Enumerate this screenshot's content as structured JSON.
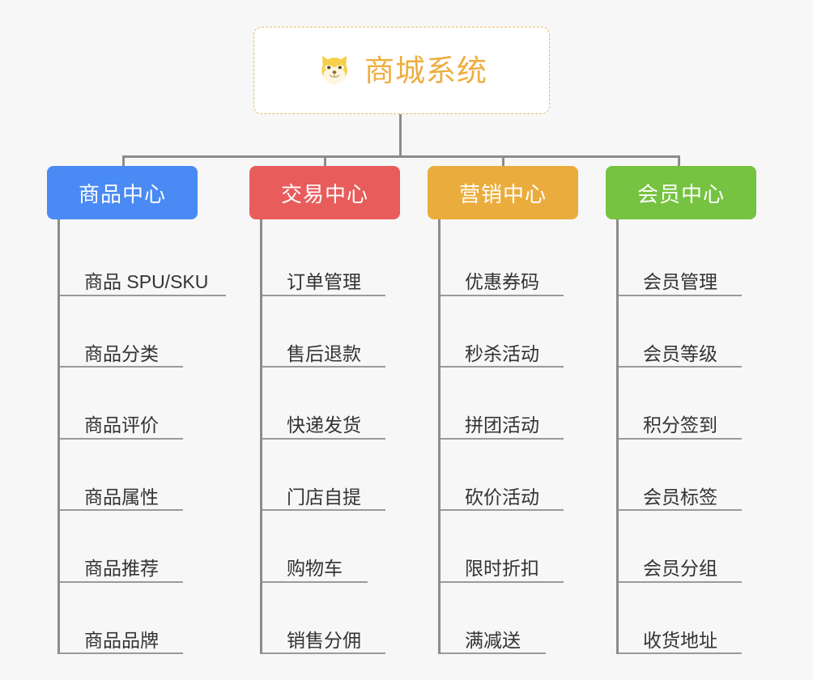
{
  "background_color": "#f7f7f7",
  "connector_color": "#8c8c8c",
  "root": {
    "title": "商城系统",
    "icon": "shiba-dog-face-emoji",
    "text_color": "#eeae40",
    "border_color": "#e8b96a",
    "background": "#ffffff"
  },
  "branches": [
    {
      "title": "商品中心",
      "color": "#4a8af4",
      "items": [
        "商品 SPU/SKU",
        "商品分类",
        "商品评价",
        "商品属性",
        "商品推荐",
        "商品品牌"
      ]
    },
    {
      "title": "交易中心",
      "color": "#e85c5c",
      "items": [
        "订单管理",
        "售后退款",
        "快递发货",
        "门店自提",
        "购物车",
        "销售分佣"
      ]
    },
    {
      "title": "营销中心",
      "color": "#eaac3c",
      "items": [
        "优惠券码",
        "秒杀活动",
        "拼团活动",
        "砍价活动",
        "限时折扣",
        "满减送"
      ]
    },
    {
      "title": "会员中心",
      "color": "#76c241",
      "items": [
        "会员管理",
        "会员等级",
        "积分签到",
        "会员标签",
        "会员分组",
        "收货地址"
      ]
    }
  ]
}
